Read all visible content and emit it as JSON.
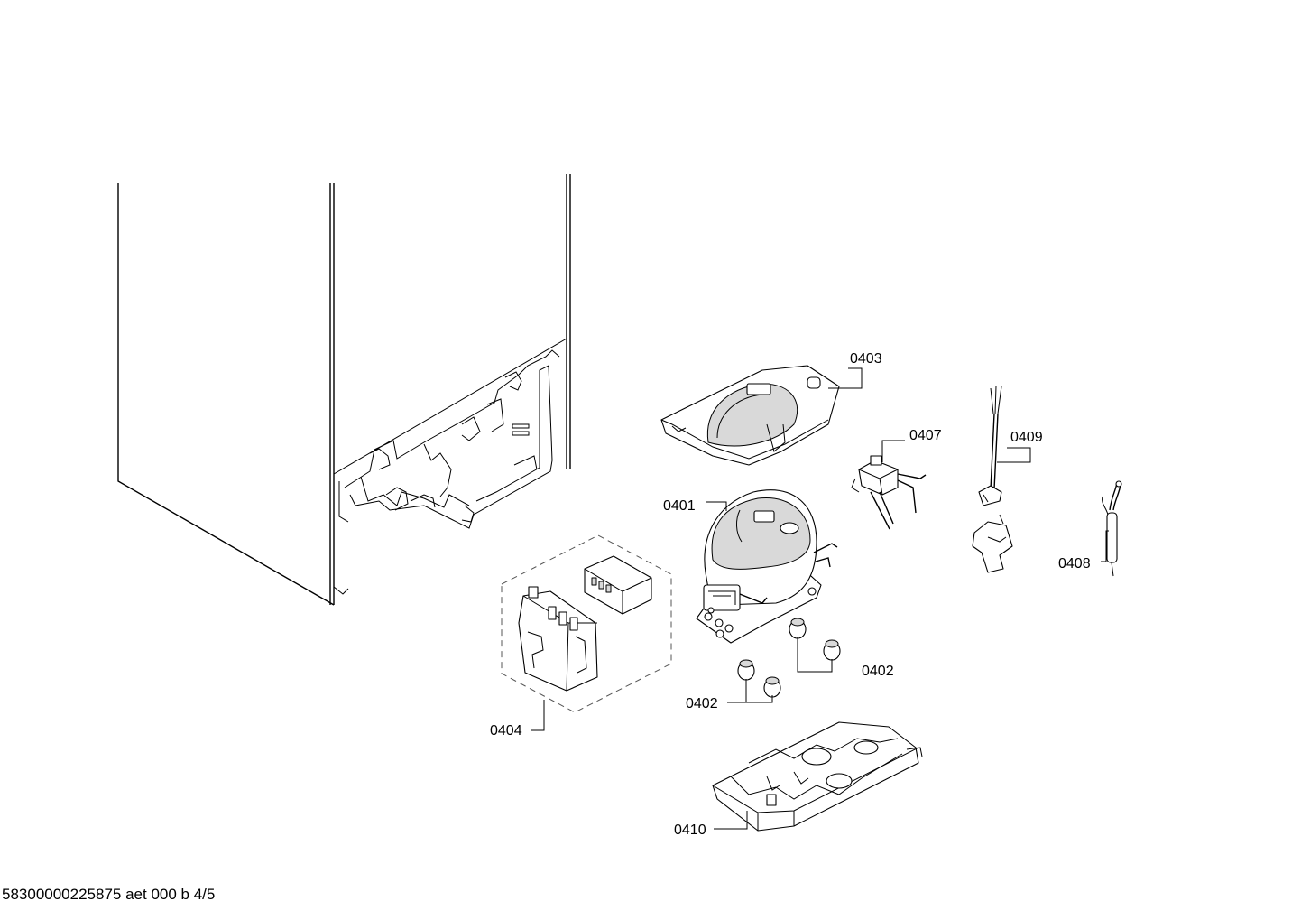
{
  "callouts": {
    "c0401": "0401",
    "c0402a": "0402",
    "c0402b": "0402",
    "c0403": "0403",
    "c0404": "0404",
    "c0407": "0407",
    "c0408": "0408",
    "c0409": "0409",
    "c0410": "0410"
  },
  "footer": "58300000225875 aet 000 b 4/5"
}
